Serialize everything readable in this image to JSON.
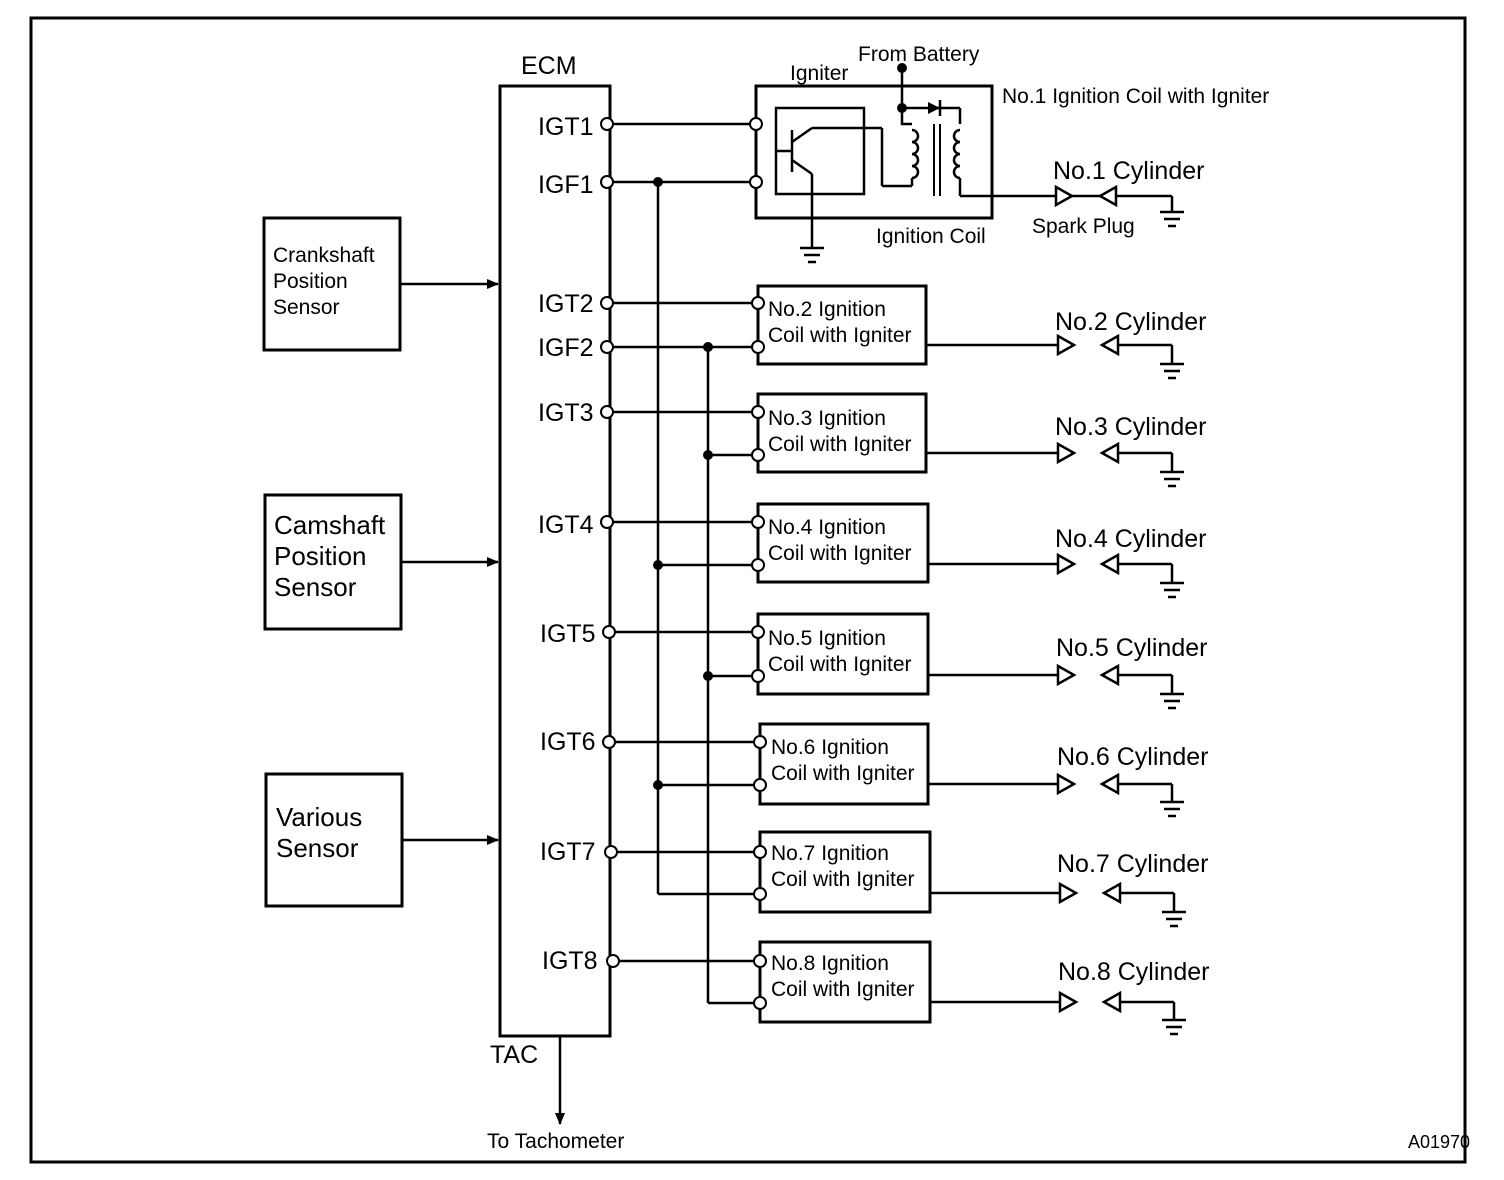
{
  "ecm": {
    "title": "ECM",
    "tac": "TAC",
    "to_tachometer": "To Tachometer"
  },
  "sensors": [
    {
      "lines": [
        "Crankshaft",
        "Position",
        "Sensor"
      ]
    },
    {
      "lines": [
        "Camshaft",
        "Position",
        "Sensor"
      ]
    },
    {
      "lines": [
        "Various",
        "Sensor"
      ]
    }
  ],
  "pins": [
    "IGT1",
    "IGF1",
    "IGT2",
    "IGF2",
    "IGT3",
    "IGT4",
    "IGT5",
    "IGT6",
    "IGT7",
    "IGT8"
  ],
  "coil1": {
    "igniter": "Igniter",
    "from_battery": "From Battery",
    "title": "No.1 Ignition Coil with Igniter",
    "ignition_coil": "Ignition Coil",
    "cylinder": "No.1 Cylinder",
    "spark_plug": "Spark Plug"
  },
  "coils": [
    {
      "line1": "No.2 Ignition",
      "line2": "Coil with Igniter",
      "cylinder": "No.2 Cylinder"
    },
    {
      "line1": "No.3 Ignition",
      "line2": "Coil with Igniter",
      "cylinder": "No.3 Cylinder"
    },
    {
      "line1": "No.4 Ignition",
      "line2": "Coil with Igniter",
      "cylinder": "No.4 Cylinder"
    },
    {
      "line1": "No.5 Ignition",
      "line2": "Coil with Igniter",
      "cylinder": "No.5 Cylinder"
    },
    {
      "line1": "No.6 Ignition",
      "line2": "Coil with Igniter",
      "cylinder": "No.6 Cylinder"
    },
    {
      "line1": "No.7 Ignition",
      "line2": "Coil with Igniter",
      "cylinder": "No.7 Cylinder"
    },
    {
      "line1": "No.8 Ignition",
      "line2": "Coil with Igniter",
      "cylinder": "No.8 Cylinder"
    }
  ],
  "figure_code": "A01970"
}
